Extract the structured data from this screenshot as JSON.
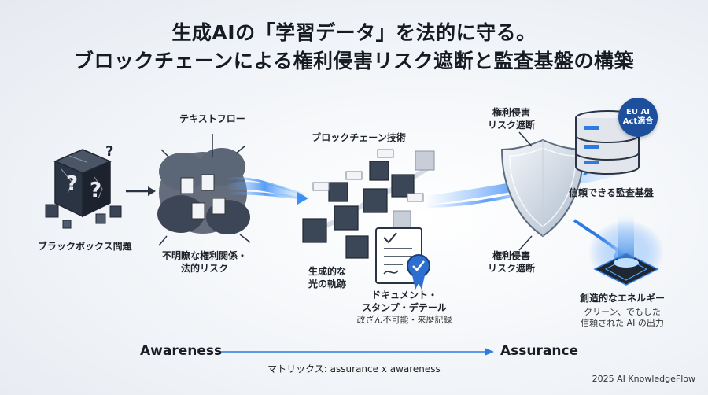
{
  "title": {
    "line1": "生成AIの「学習データ」を法的に守る。",
    "line2": "ブロックチェーンによる権利侵害リスク遮断と監査基盤の構築"
  },
  "nodes": {
    "blackbox": "ブラックボックス問題",
    "text_flow": "テキストフロー",
    "unclear": [
      "不明瞭な権利関係・",
      "法的リスク"
    ],
    "blockchain": "ブロックチェーン技術",
    "light": [
      "生成的な",
      "光の軌跡"
    ],
    "document": [
      "ドキュメント・",
      "スタンプ・デテール"
    ],
    "document_sub": "改ざん不可能・来歴記録",
    "shield_top": [
      "権利侵害",
      "リスク遮断"
    ],
    "shield_bottom": [
      "権利侵害",
      "リスク遮断"
    ],
    "audit": "信頼できる監査基盤",
    "energy": "創造的なエネルギー",
    "energy_sub": [
      "クリーン、でもした",
      "信頼された AI の出力"
    ]
  },
  "badge": [
    "EU AI",
    "Act適合"
  ],
  "axis": {
    "left": "Awareness",
    "right": "Assurance",
    "matrix": "マトリックス: assurance x awareness"
  },
  "credit": "2025 AI KnowledgeFlow",
  "colors": {
    "accent": "#2d7be0",
    "dark": "#2a3444",
    "badge": "#1d4f9c"
  }
}
